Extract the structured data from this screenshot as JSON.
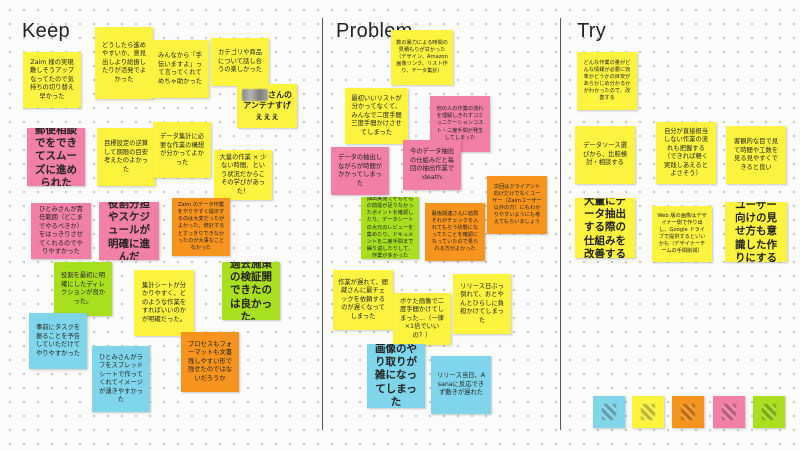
{
  "columns": {
    "keep": "Keep",
    "problem": "Problem",
    "try": "Try"
  },
  "notes": {
    "k1": "Zaim 様の実現難しそうアップなってたので気持ちの切り替え早かった",
    "k2": "どうしたら進めやすいか、意見出しより総振したりが活発でよかった",
    "k3": "みんなから「手伝いますよ」って言ってくれてめちゃ助かった",
    "k4": "カテゴリや商品について話し合うの楽しかった",
    "k5_suffix": "さんのアンテナすげぇぇぇ",
    "k6": "郵便相談でをできてスムーズに進められた",
    "k7": "目標設定の逆算して期限の目安考えたのよかった",
    "k8": "データ集計に必要な作業の構想が分かってよかった",
    "k9": "大量の作業 × 少ない時間、という状況だからこその学びがあった！",
    "k10": "ひとみさんが責任範囲（どこまでやるべきか）をはっきりさせてくれるのでやりやすかった",
    "k11": "役割分担やスケジュールが明確に進んだ",
    "k12": "Zaim のデータ作業をやりやすく提示するのは大変だったがよかった。統計するとすっきりできなかったのが大事なことなかった",
    "k13": "役割を最初に明確にしたディレクションが良かった。",
    "k14": "集計シートが分かりやすく、どのような作業をすればいいのかが明確だった。",
    "k15": "過去施策の検証開できたのは良かった。",
    "k16": "事前にタスクを振ることを予告していただけてやりやすかった",
    "k17": "ひとみさんがラフをスプレッドシートで作ってくれてイメージが湧きやすかった",
    "k18": "プロセスもフォーマットも文書残しやすい形で残せたのではないだろうか",
    "p1": "数の暴力による時間の見積もりが甘かった（デザイン、Amazon画像リンク、リスト作り、データ集計）",
    "p2": "最初いいリストが分かってなくて、みんなで二度手間三度手間かけさせてしまった",
    "p3": "他の人の作業の流れを理解しきれずコミュニケーションコスト・二度手間が発生してしまった",
    "p4": "データの抽出しながらが時間がかかってしまった",
    "p5": "今のデータ抽出の仕組みだと毎回の抽出作業で :death:",
    "p6": "抽出実施でそもそもの前提が足りなかったポイントを確認したり、データシートの大元のレビューを集めたり、ドキュメントを二度手間まで繰り返したりして、作業が多かった",
    "p7": "最後関連さんに結局それがチェックを入れてもらう状態になってたことを確認になっていたので見られる方がよかった",
    "p8": "次回はクライアント向けだけでなくユーザー（Zaimユーザー以外の方）にもわかりやすいようにも考えてもらいましょう",
    "p9": "作業が遅れて、間蔵さんに最チェックを依頼するのが遅くなってしまった",
    "p10": "ボケた画像で二度手間かけてしまった…（一律×1倍でいいの？）",
    "p11": "リリース日ぶっ倒れて、おとやんとひらしに負担かけてしまった",
    "p12": "画像のやり取りが雑になってしまった",
    "p13": "リリース当日、Asanaに反応できず動きが遅れた",
    "t1": "どんな作業の量がどんな情報が必要に効率かどうかの目安があらかじめ分かるかがわかったので、改善する",
    "t2": "データソース選びから、比較検討・相談する",
    "t3": "自分が直接担当しない作業の流れも把握する（できれば軽く実践しあえるとよさそう）",
    "t4": "客観的な目で見て時間や工数を見る見やすくできると良い",
    "t5": "大量にデータ抽出する際の仕組みを改善する",
    "t6": "Web 版の画像はデザイナー側で作り出し、Google ドライブで提供するといいかも（デザイナーチームの手間削減）",
    "t7": "ユーザー向けの見せ方も意識した作りにする"
  },
  "tray": {
    "colors": [
      "#7fd6ea",
      "#fef43f",
      "#f7941e",
      "#f27fa5",
      "#a8e01f"
    ],
    "icons": [
      "avatar-icon",
      "avatar-icon",
      "avatar-icon",
      "avatar-icon",
      "avatar-icon"
    ]
  }
}
